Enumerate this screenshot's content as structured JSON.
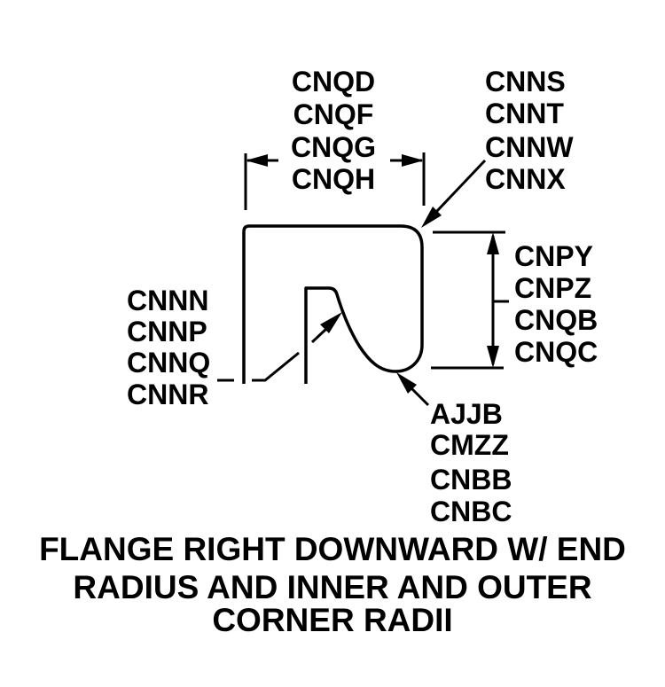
{
  "colors": {
    "ink": "#000000",
    "background": "#ffffff"
  },
  "labels": {
    "flange_width_group": [
      "CNQD",
      "CNQF",
      "CNQG",
      "CNQH"
    ],
    "outer_corner_radius_group": [
      "CNNS",
      "CNNT",
      "CNNW",
      "CNNX"
    ],
    "flange_height_group": [
      "CNPY",
      "CNPZ",
      "CNQB",
      "CNQC"
    ],
    "inner_corner_radius_group": [
      "CNNN",
      "CNNP",
      "CNNQ",
      "CNNR"
    ],
    "end_radius_group": [
      "AJJB",
      "CMZZ",
      "CNBB",
      "CNBC"
    ]
  },
  "caption": {
    "line1": "FLANGE RIGHT DOWNWARD W/ END",
    "line2": "RADIUS AND INNER AND OUTER",
    "line3": "CORNER RADII"
  }
}
